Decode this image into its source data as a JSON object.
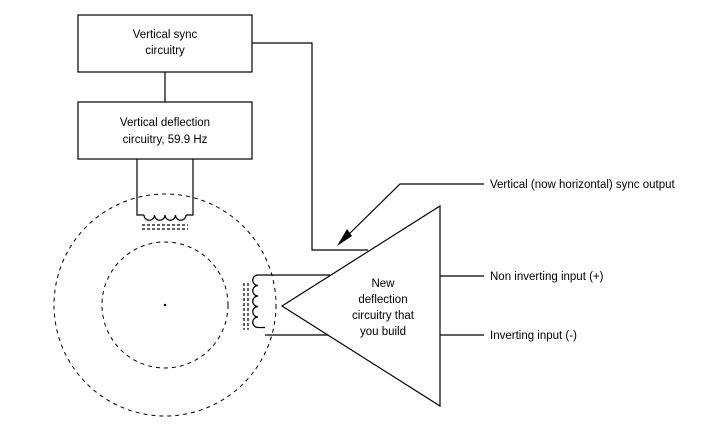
{
  "blocks": {
    "vsync": {
      "line1": "Vertical sync",
      "line2": "circuitry"
    },
    "vdefl": {
      "line1": "Vertical deflection",
      "line2": "circuitry, 59.9 Hz"
    },
    "new_circuit": {
      "line1": "New",
      "line2": "deflection",
      "line3": "circuitry that",
      "line4": "you build"
    }
  },
  "labels": {
    "sync_output": "Vertical (now horizontal) sync output",
    "non_inverting": "Non inverting input (+)",
    "inverting": "Inverting input (-)"
  }
}
